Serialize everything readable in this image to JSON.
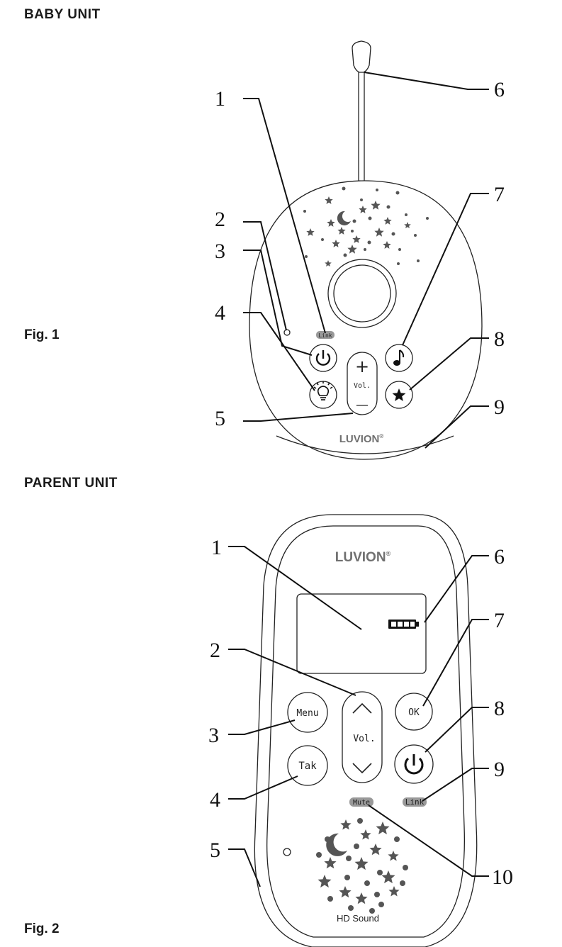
{
  "sections": {
    "baby_title": "BABY UNIT",
    "baby_fig": "Fig. 1",
    "parent_title": "PARENT UNIT",
    "parent_fig": "Fig. 2"
  },
  "baby_unit": {
    "callouts": [
      "1",
      "2",
      "3",
      "4",
      "5",
      "6",
      "7",
      "8",
      "9"
    ],
    "link_label": "Link",
    "vol_label": "Vol.",
    "plus_label": "+",
    "minus_label": "—",
    "brand": "LUVION",
    "brand_mark": "®"
  },
  "parent_unit": {
    "callouts": [
      "1",
      "2",
      "3",
      "4",
      "5",
      "6",
      "7",
      "8",
      "9",
      "10"
    ],
    "brand": "LUVION",
    "brand_mark": "®",
    "menu_label": "Menu",
    "talk_label": "Tak",
    "ok_label": "OK",
    "vol_label": "Vol.",
    "mute_label": "Mute",
    "link_label": "Link",
    "speaker_label": "HD Sound"
  },
  "icons": [
    "power-icon",
    "light-bulb-icon",
    "music-note-icon",
    "star-icon",
    "battery-icon",
    "chevron-up-icon",
    "chevron-down-icon",
    "moon-icon"
  ]
}
